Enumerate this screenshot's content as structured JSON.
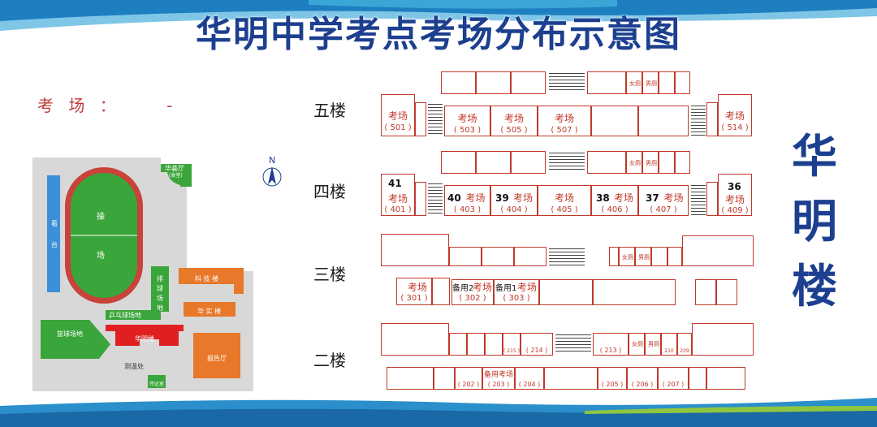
{
  "title": "华明中学考点考场分布示意图",
  "hall_label": "考 场 ：",
  "hall_value": "-",
  "building_name": [
    "华",
    "明",
    "楼"
  ],
  "north": "N",
  "floors": [
    "五楼",
    "四楼",
    "三楼",
    "二楼"
  ],
  "exam_word": "考场",
  "floor5": {
    "rooms": [
      "( 501 )",
      "( 503 )",
      "( 505 )",
      "( 507 )",
      "( 514 )"
    ]
  },
  "floor4": {
    "rooms": [
      "( 401 )",
      "( 403 )",
      "( 404 )",
      "( 405 )",
      "( 406 )",
      "( 407 )",
      "( 409 )"
    ],
    "numbers": [
      "41",
      "40",
      "39",
      "38",
      "37",
      "36"
    ]
  },
  "floor3": {
    "rooms": [
      "( 301 )",
      "( 302 )",
      "( 303 )"
    ],
    "spare": [
      "备用2",
      "备用1"
    ]
  },
  "floor2": {
    "rooms_top": [
      "( 215 )",
      "( 214 )",
      "( 213 )",
      "210",
      "209"
    ],
    "rooms_bottom": [
      "( 202 )",
      "( 203 )",
      "( 204 )",
      "( 205 )",
      "( 206 )",
      "( 207 )"
    ],
    "spare": "备用考场"
  },
  "toilets": [
    "女厕",
    "男厕"
  ],
  "campus": {
    "field": [
      "操",
      "场"
    ],
    "stand": [
      "看",
      "台"
    ],
    "huaying": "华荟厅",
    "huaying_note": "(食堂)",
    "volleyball": [
      "排",
      "球",
      "场",
      "地"
    ],
    "keji": "科 技 楼",
    "huashi": "华 实 楼",
    "pingpong": "乒乓球场地",
    "basketball": "篮球场地",
    "huaming": "华明楼",
    "baogao": "报告厅",
    "cejian": "测温处",
    "gate": "传达室"
  },
  "colors": {
    "title": "#1c3f8f",
    "red": "#c0392b",
    "green": "#3aa53a",
    "orange": "#e8782a"
  }
}
